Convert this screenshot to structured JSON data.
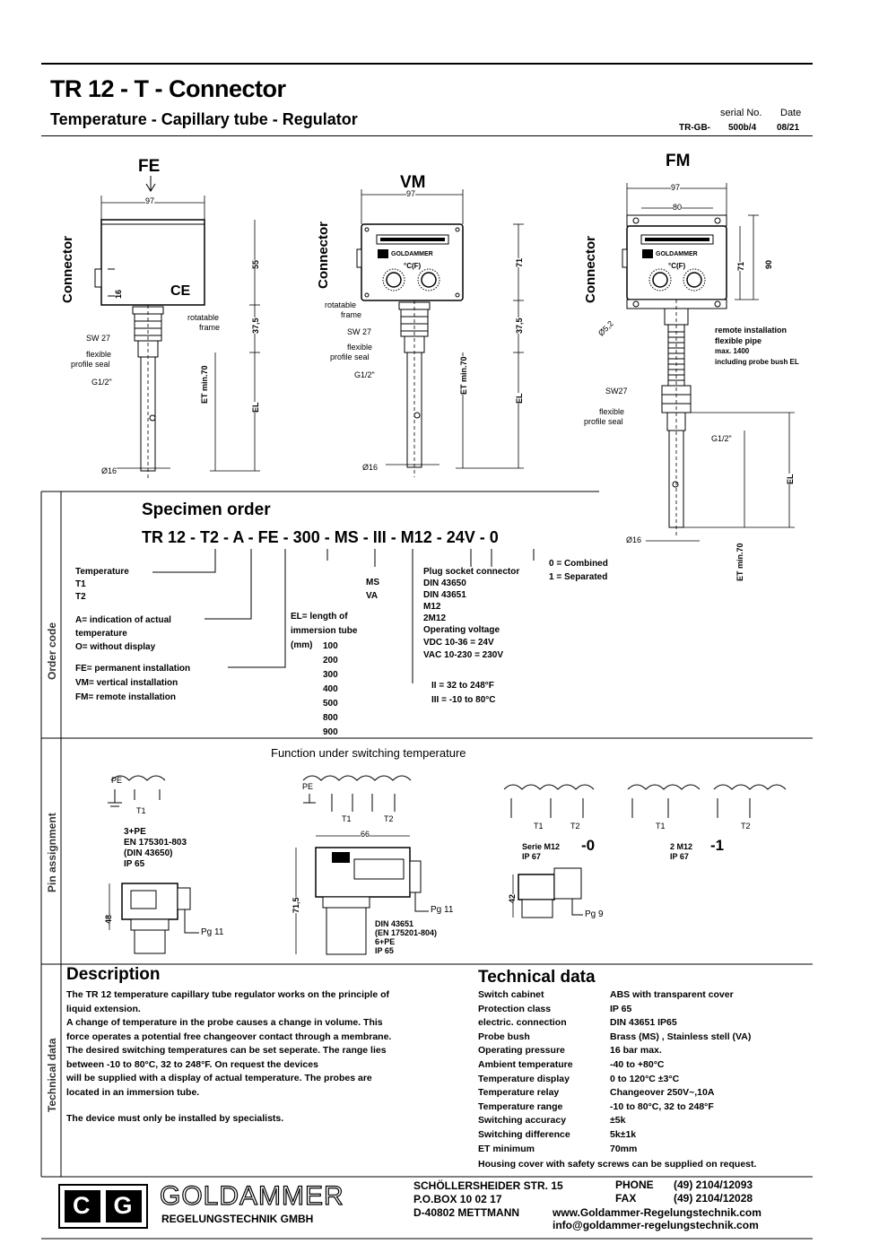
{
  "header": {
    "title": "TR 12 - T - Connector",
    "subtitle": "Temperature - Capillary tube - Regulator",
    "serial_label": "serial No.",
    "date_label": "Date",
    "serial_prefix": "TR-GB-",
    "serial_value": "500b/4",
    "date_value": "08/21"
  },
  "drawings": {
    "fe": {
      "title": "FE",
      "connector": "Connector",
      "w97": "97",
      "h55": "55",
      "h375": "37,5",
      "el": "EL",
      "et": "ET min.70",
      "h16": "16",
      "sw": "SW 27",
      "rot1": "rotatable",
      "rot2": "frame",
      "flex1": "flexible",
      "flex2": "profile seal",
      "g12": "G1/2\"",
      "d16": "Ø16",
      "ce": "CE"
    },
    "vm": {
      "title": "VM",
      "connector": "Connector",
      "w97": "97",
      "h71": "71",
      "h375": "37,5",
      "el": "EL",
      "et": "ET min.70",
      "sw": "SW 27",
      "rot1": "rotatable",
      "rot2": "frame",
      "flex1": "flexible",
      "flex2": "profile seal",
      "g12": "G1/2\"",
      "d16": "Ø16",
      "brand": "GOLDAMMER",
      "unit": "°C(F)"
    },
    "fm": {
      "title": "FM",
      "connector": "Connector",
      "w97": "97",
      "w80": "80",
      "h71": "71",
      "h90": "90",
      "d52": "Ø5,2",
      "sw": "SW27",
      "el": "EL",
      "et": "ET min.70",
      "flex1": "flexible",
      "flex2": "profile seal",
      "g12": "G1/2\"",
      "d16": "Ø16",
      "remote1": "remote installation",
      "remote2": "flexible pipe",
      "remote3": "max. 1400",
      "remote4": "including probe bush EL",
      "brand": "GOLDAMMER",
      "unit": "°C(F)"
    }
  },
  "order": {
    "section_label": "Order code",
    "heading": "Specimen order",
    "code": "TR 12 - T2 - A - FE - 300 - MS - III - M12 - 24V - 0",
    "temperature": [
      "Temperature",
      "T1",
      "T2"
    ],
    "indication": [
      "A= indication of actual",
      "temperature",
      "O= without display"
    ],
    "install": [
      "FE= permanent installation",
      "VM= vertical installation",
      "FM= remote installation"
    ],
    "el_label": [
      "EL= length of",
      "immersion tube",
      "(mm)"
    ],
    "el_values": [
      "100",
      "200",
      "300",
      "400",
      "500",
      "800",
      "900"
    ],
    "material": [
      "MS",
      "VA"
    ],
    "plug": [
      "Plug socket connector",
      "DIN 43650",
      "DIN 43651",
      "M12",
      "2M12"
    ],
    "voltage": [
      "Operating voltage",
      "VDC 10-36 = 24V",
      "VAC 10-230 = 230V"
    ],
    "range": [
      "II  = 32 to 248°F",
      "III = -10 to 80°C"
    ],
    "combined": [
      "0 = Combined",
      "1 =  Separated"
    ]
  },
  "pins": {
    "section_label": "Pin assignment",
    "heading": "Function under switching temperature",
    "pe": "PE",
    "t1": "T1",
    "t2": "T2",
    "std1": [
      "3+PE",
      "EN 175301-803",
      "(DIN 43650)",
      "IP 65"
    ],
    "std2": [
      "DIN 43651",
      "(EN 175201-804)",
      "6+PE",
      "IP 65"
    ],
    "m12": [
      "Serie M12",
      "IP 67"
    ],
    "m12_code": "-0",
    "m12b": [
      "2 M12",
      "IP 67"
    ],
    "m12b_code": "-1",
    "pg11": "Pg 11",
    "pg9": "Pg 9",
    "d48": "48",
    "d66": "66",
    "d715": "71,5",
    "d42": "42"
  },
  "description": {
    "section_label": "Technical data",
    "heading": "Description",
    "lines": [
      "The TR 12 temperature capillary tube regulator works on the principle of",
      "liquid extension.",
      "A change of temperature in the probe causes a change in volume. This",
      "force operates a potential free changeover contact through a membrane.",
      "The desired switching temperatures can be set seperate. The range lies",
      "between -10 to 80°C, 32 to 248°F. On request the devices",
      " will be supplied with a display of actual temperature. The probes are",
      "located in an immersion tube."
    ],
    "note": "The device must only be installed by specialists."
  },
  "techdata": {
    "heading": "Technical data",
    "rows": [
      {
        "k": "Switch cabinet",
        "v": "ABS with transparent cover"
      },
      {
        "k": "Protection class",
        "v": "IP 65"
      },
      {
        "k": "electric. connection",
        "v": "DIN 43651 IP65"
      },
      {
        "k": "Probe bush",
        "v": "Brass (MS) , Stainless stell (VA)"
      },
      {
        "k": "Operating pressure",
        "v": "16 bar max."
      },
      {
        "k": "Ambient temperature",
        "v": "-40 to +80°C"
      },
      {
        "k": "Temperature display",
        "v": "0 to 120°C ±3°C"
      },
      {
        "k": "Temperature relay",
        "v": "Changeover 250V~,10A"
      },
      {
        "k": "Temperature range",
        "v": "-10 to 80°C, 32 to 248°F"
      },
      {
        "k": "Switching accuracy",
        "v": "±5k"
      },
      {
        "k": "Switching difference",
        "v": "5k±1k"
      },
      {
        "k": "ET minimum",
        "v": "70mm"
      }
    ],
    "housing_note": "Housing cover with safety screws can be supplied on request."
  },
  "footer": {
    "logo": "CG",
    "company": "GOLDAMMER",
    "company_sub": "REGELUNGSTECHNIK GMBH",
    "addr1": "SCHÖLLERSHEIDER STR. 15",
    "addr2": "P.O.BOX  10 02 17",
    "addr3": "D-40802 METTMANN",
    "phone_label": "PHONE",
    "phone": "(49) 2104/12093",
    "fax_label": "FAX",
    "fax": "(49) 2104/12028",
    "web": "www.Goldammer-Regelungstechnik.com",
    "email": "info@goldammer-regelungstechnik.com"
  }
}
